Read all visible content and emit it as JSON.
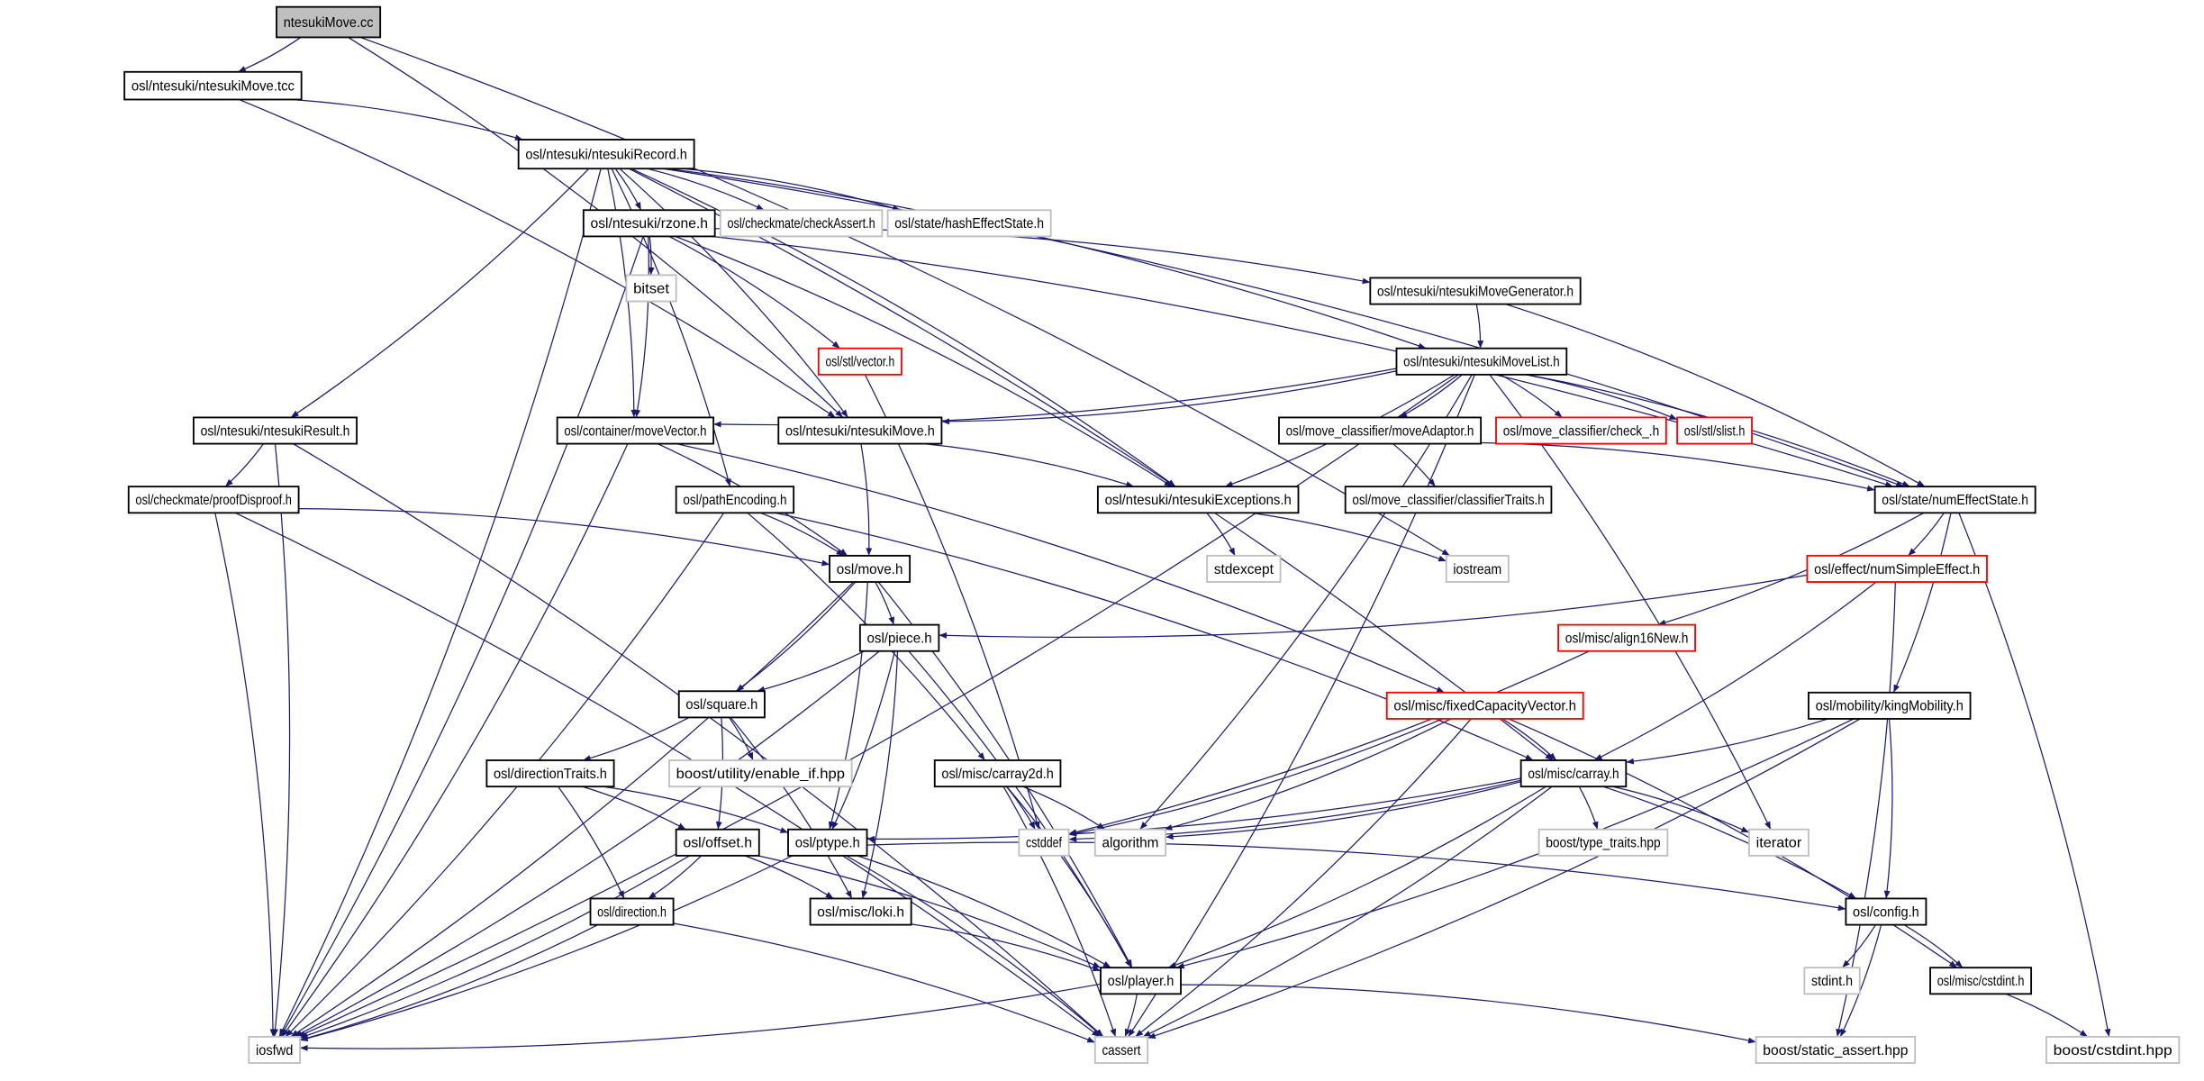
{
  "colors": {
    "edge": "#191970",
    "root_fill": "#bfbfbf",
    "normal_border": "#000000",
    "system_border": "#bfbfbf",
    "truncated_border": "#ff0000"
  },
  "nodes": [
    {
      "id": "cc",
      "label": "ntesukiMove.cc",
      "kind": "root"
    },
    {
      "id": "tcc",
      "label": "osl/ntesuki/ntesukiMove.tcc",
      "kind": "normal"
    },
    {
      "id": "record",
      "label": "osl/ntesuki/ntesukiRecord.h",
      "kind": "normal"
    },
    {
      "id": "rzone",
      "label": "osl/ntesuki/rzone.h",
      "kind": "normal"
    },
    {
      "id": "checkAssert",
      "label": "osl/checkmate/checkAssert.h",
      "kind": "system"
    },
    {
      "id": "hashEffectState",
      "label": "osl/state/hashEffectState.h",
      "kind": "system"
    },
    {
      "id": "bitset",
      "label": "bitset",
      "kind": "system"
    },
    {
      "id": "moveGenerator",
      "label": "osl/ntesuki/ntesukiMoveGenerator.h",
      "kind": "normal"
    },
    {
      "id": "stlvector",
      "label": "osl/stl/vector.h",
      "kind": "truncated"
    },
    {
      "id": "moveList",
      "label": "osl/ntesuki/ntesukiMoveList.h",
      "kind": "normal"
    },
    {
      "id": "result",
      "label": "osl/ntesuki/ntesukiResult.h",
      "kind": "normal"
    },
    {
      "id": "moveVector",
      "label": "osl/container/moveVector.h",
      "kind": "normal"
    },
    {
      "id": "ntMove",
      "label": "osl/ntesuki/ntesukiMove.h",
      "kind": "normal"
    },
    {
      "id": "moveAdaptor",
      "label": "osl/move_classifier/moveAdaptor.h",
      "kind": "normal"
    },
    {
      "id": "check_",
      "label": "osl/move_classifier/check_.h",
      "kind": "truncated"
    },
    {
      "id": "slist",
      "label": "osl/stl/slist.h",
      "kind": "truncated"
    },
    {
      "id": "exceptions",
      "label": "osl/ntesuki/ntesukiExceptions.h",
      "kind": "normal"
    },
    {
      "id": "classifierTraits",
      "label": "osl/move_classifier/classifierTraits.h",
      "kind": "normal"
    },
    {
      "id": "numEffectState",
      "label": "osl/state/numEffectState.h",
      "kind": "normal"
    },
    {
      "id": "proofDisproof",
      "label": "osl/checkmate/proofDisproof.h",
      "kind": "normal"
    },
    {
      "id": "pathEncoding",
      "label": "osl/pathEncoding.h",
      "kind": "normal"
    },
    {
      "id": "stdexcept",
      "label": "stdexcept",
      "kind": "system"
    },
    {
      "id": "iostream",
      "label": "iostream",
      "kind": "system"
    },
    {
      "id": "move",
      "label": "osl/move.h",
      "kind": "normal"
    },
    {
      "id": "numSimpleEffect",
      "label": "osl/effect/numSimpleEffect.h",
      "kind": "truncated"
    },
    {
      "id": "align16New",
      "label": "osl/misc/align16New.h",
      "kind": "truncated"
    },
    {
      "id": "piece",
      "label": "osl/piece.h",
      "kind": "normal"
    },
    {
      "id": "square",
      "label": "osl/square.h",
      "kind": "normal"
    },
    {
      "id": "fixedCapacityVector",
      "label": "osl/misc/fixedCapacityVector.h",
      "kind": "truncated"
    },
    {
      "id": "kingMobility",
      "label": "osl/mobility/kingMobility.h",
      "kind": "normal"
    },
    {
      "id": "directionTraits",
      "label": "osl/directionTraits.h",
      "kind": "normal"
    },
    {
      "id": "enable_if",
      "label": "boost/utility/enable_if.hpp",
      "kind": "system"
    },
    {
      "id": "carray2d",
      "label": "osl/misc/carray2d.h",
      "kind": "normal"
    },
    {
      "id": "carray",
      "label": "osl/misc/carray.h",
      "kind": "normal"
    },
    {
      "id": "ptype",
      "label": "osl/ptype.h",
      "kind": "normal"
    },
    {
      "id": "cstddef",
      "label": "cstddef",
      "kind": "system"
    },
    {
      "id": "algorithm",
      "label": "algorithm",
      "kind": "system"
    },
    {
      "id": "type_traits",
      "label": "boost/type_traits.hpp",
      "kind": "system"
    },
    {
      "id": "iterator",
      "label": "iterator",
      "kind": "system"
    },
    {
      "id": "offset",
      "label": "osl/offset.h",
      "kind": "normal"
    },
    {
      "id": "direction",
      "label": "osl/direction.h",
      "kind": "normal"
    },
    {
      "id": "loki",
      "label": "osl/misc/loki.h",
      "kind": "normal"
    },
    {
      "id": "config",
      "label": "osl/config.h",
      "kind": "normal"
    },
    {
      "id": "player",
      "label": "osl/player.h",
      "kind": "normal"
    },
    {
      "id": "stdint",
      "label": "stdint.h",
      "kind": "system"
    },
    {
      "id": "misccstdint",
      "label": "osl/misc/cstdint.h",
      "kind": "normal"
    },
    {
      "id": "iosfwd",
      "label": "iosfwd",
      "kind": "system"
    },
    {
      "id": "cassert",
      "label": "cassert",
      "kind": "system"
    },
    {
      "id": "static_assert",
      "label": "boost/static_assert.hpp",
      "kind": "system"
    },
    {
      "id": "boostcstdint",
      "label": "boost/cstdint.hpp",
      "kind": "system"
    }
  ],
  "edges": [
    [
      "cc",
      "tcc"
    ],
    [
      "cc",
      "ntMove"
    ],
    [
      "cc",
      "iostream"
    ],
    [
      "tcc",
      "record"
    ],
    [
      "tcc",
      "ntMove"
    ],
    [
      "record",
      "iosfwd"
    ],
    [
      "record",
      "result"
    ],
    [
      "record",
      "pathEncoding"
    ],
    [
      "record",
      "moveVector"
    ],
    [
      "record",
      "ntMove"
    ],
    [
      "record",
      "rzone"
    ],
    [
      "record",
      "checkAssert"
    ],
    [
      "record",
      "hashEffectState"
    ],
    [
      "record",
      "carray"
    ],
    [
      "record",
      "exceptions"
    ],
    [
      "record",
      "moveList"
    ],
    [
      "record",
      "numEffectState"
    ],
    [
      "rzone",
      "iosfwd"
    ],
    [
      "rzone",
      "moveVector"
    ],
    [
      "rzone",
      "bitset"
    ],
    [
      "rzone",
      "stlvector"
    ],
    [
      "rzone",
      "exceptions"
    ],
    [
      "rzone",
      "moveGenerator"
    ],
    [
      "rzone",
      "numEffectState"
    ],
    [
      "moveGenerator",
      "moveList"
    ],
    [
      "moveGenerator",
      "numEffectState"
    ],
    [
      "stlvector",
      "cstddef"
    ],
    [
      "moveList",
      "moveVector"
    ],
    [
      "moveList",
      "ntMove"
    ],
    [
      "moveList",
      "iosfwd"
    ],
    [
      "moveList",
      "algorithm"
    ],
    [
      "moveList",
      "moveAdaptor"
    ],
    [
      "moveList",
      "check_"
    ],
    [
      "moveList",
      "slist"
    ],
    [
      "moveList",
      "iterator"
    ],
    [
      "moveList",
      "numEffectState"
    ],
    [
      "moveList",
      "cassert"
    ],
    [
      "moveList",
      "exceptions"
    ],
    [
      "result",
      "proofDisproof"
    ],
    [
      "result",
      "iosfwd"
    ],
    [
      "result",
      "cassert"
    ],
    [
      "moveVector",
      "iosfwd"
    ],
    [
      "moveVector",
      "move"
    ],
    [
      "moveVector",
      "fixedCapacityVector"
    ],
    [
      "ntMove",
      "move"
    ],
    [
      "ntMove",
      "exceptions"
    ],
    [
      "moveAdaptor",
      "classifierTraits"
    ],
    [
      "moveAdaptor",
      "numEffectState"
    ],
    [
      "exceptions",
      "stdexcept"
    ],
    [
      "exceptions",
      "iostream"
    ],
    [
      "numEffectState",
      "numSimpleEffect"
    ],
    [
      "numEffectState",
      "align16New"
    ],
    [
      "numEffectState",
      "kingMobility"
    ],
    [
      "numEffectState",
      "boostcstdint"
    ],
    [
      "proofDisproof",
      "move"
    ],
    [
      "proofDisproof",
      "iosfwd"
    ],
    [
      "proofDisproof",
      "cassert"
    ],
    [
      "pathEncoding",
      "move"
    ],
    [
      "pathEncoding",
      "iosfwd"
    ],
    [
      "pathEncoding",
      "carray2d"
    ],
    [
      "pathEncoding",
      "carray"
    ],
    [
      "move",
      "piece"
    ],
    [
      "move",
      "square"
    ],
    [
      "move",
      "ptype"
    ],
    [
      "move",
      "player"
    ],
    [
      "move",
      "iosfwd"
    ],
    [
      "numSimpleEffect",
      "piece"
    ],
    [
      "numSimpleEffect",
      "carray"
    ],
    [
      "numSimpleEffect",
      "static_assert"
    ],
    [
      "align16New",
      "cstddef"
    ],
    [
      "piece",
      "square"
    ],
    [
      "piece",
      "ptype"
    ],
    [
      "piece",
      "loki"
    ],
    [
      "piece",
      "player"
    ],
    [
      "piece",
      "iosfwd"
    ],
    [
      "square",
      "directionTraits"
    ],
    [
      "square",
      "enable_if"
    ],
    [
      "square",
      "offset"
    ],
    [
      "square",
      "loki"
    ],
    [
      "fixedCapacityVector",
      "carray"
    ],
    [
      "fixedCapacityVector",
      "cstddef"
    ],
    [
      "fixedCapacityVector",
      "algorithm"
    ],
    [
      "fixedCapacityVector",
      "cassert"
    ],
    [
      "fixedCapacityVector",
      "misccstdint"
    ],
    [
      "kingMobility",
      "carray"
    ],
    [
      "kingMobility",
      "config"
    ],
    [
      "kingMobility",
      "player"
    ],
    [
      "kingMobility",
      "cassert"
    ],
    [
      "directionTraits",
      "offset"
    ],
    [
      "directionTraits",
      "direction"
    ],
    [
      "directionTraits",
      "ptype"
    ],
    [
      "carray2d",
      "cstddef"
    ],
    [
      "carray2d",
      "player"
    ],
    [
      "carray2d",
      "cassert"
    ],
    [
      "carray2d",
      "algorithm"
    ],
    [
      "carray",
      "ptype"
    ],
    [
      "carray",
      "cstddef"
    ],
    [
      "carray",
      "algorithm"
    ],
    [
      "carray",
      "type_traits"
    ],
    [
      "carray",
      "iterator"
    ],
    [
      "carray",
      "config"
    ],
    [
      "carray",
      "player"
    ],
    [
      "carray",
      "cassert"
    ],
    [
      "ptype",
      "config"
    ],
    [
      "ptype",
      "player"
    ],
    [
      "ptype",
      "cassert"
    ],
    [
      "ptype",
      "iosfwd"
    ],
    [
      "offset",
      "direction"
    ],
    [
      "offset",
      "loki"
    ],
    [
      "offset",
      "player"
    ],
    [
      "offset",
      "iosfwd"
    ],
    [
      "direction",
      "iosfwd"
    ],
    [
      "direction",
      "cassert"
    ],
    [
      "loki",
      "player"
    ],
    [
      "config",
      "stdint"
    ],
    [
      "config",
      "misccstdint"
    ],
    [
      "config",
      "static_assert"
    ],
    [
      "player",
      "iosfwd"
    ],
    [
      "player",
      "cassert"
    ],
    [
      "player",
      "static_assert"
    ],
    [
      "misccstdint",
      "boostcstdint"
    ]
  ]
}
